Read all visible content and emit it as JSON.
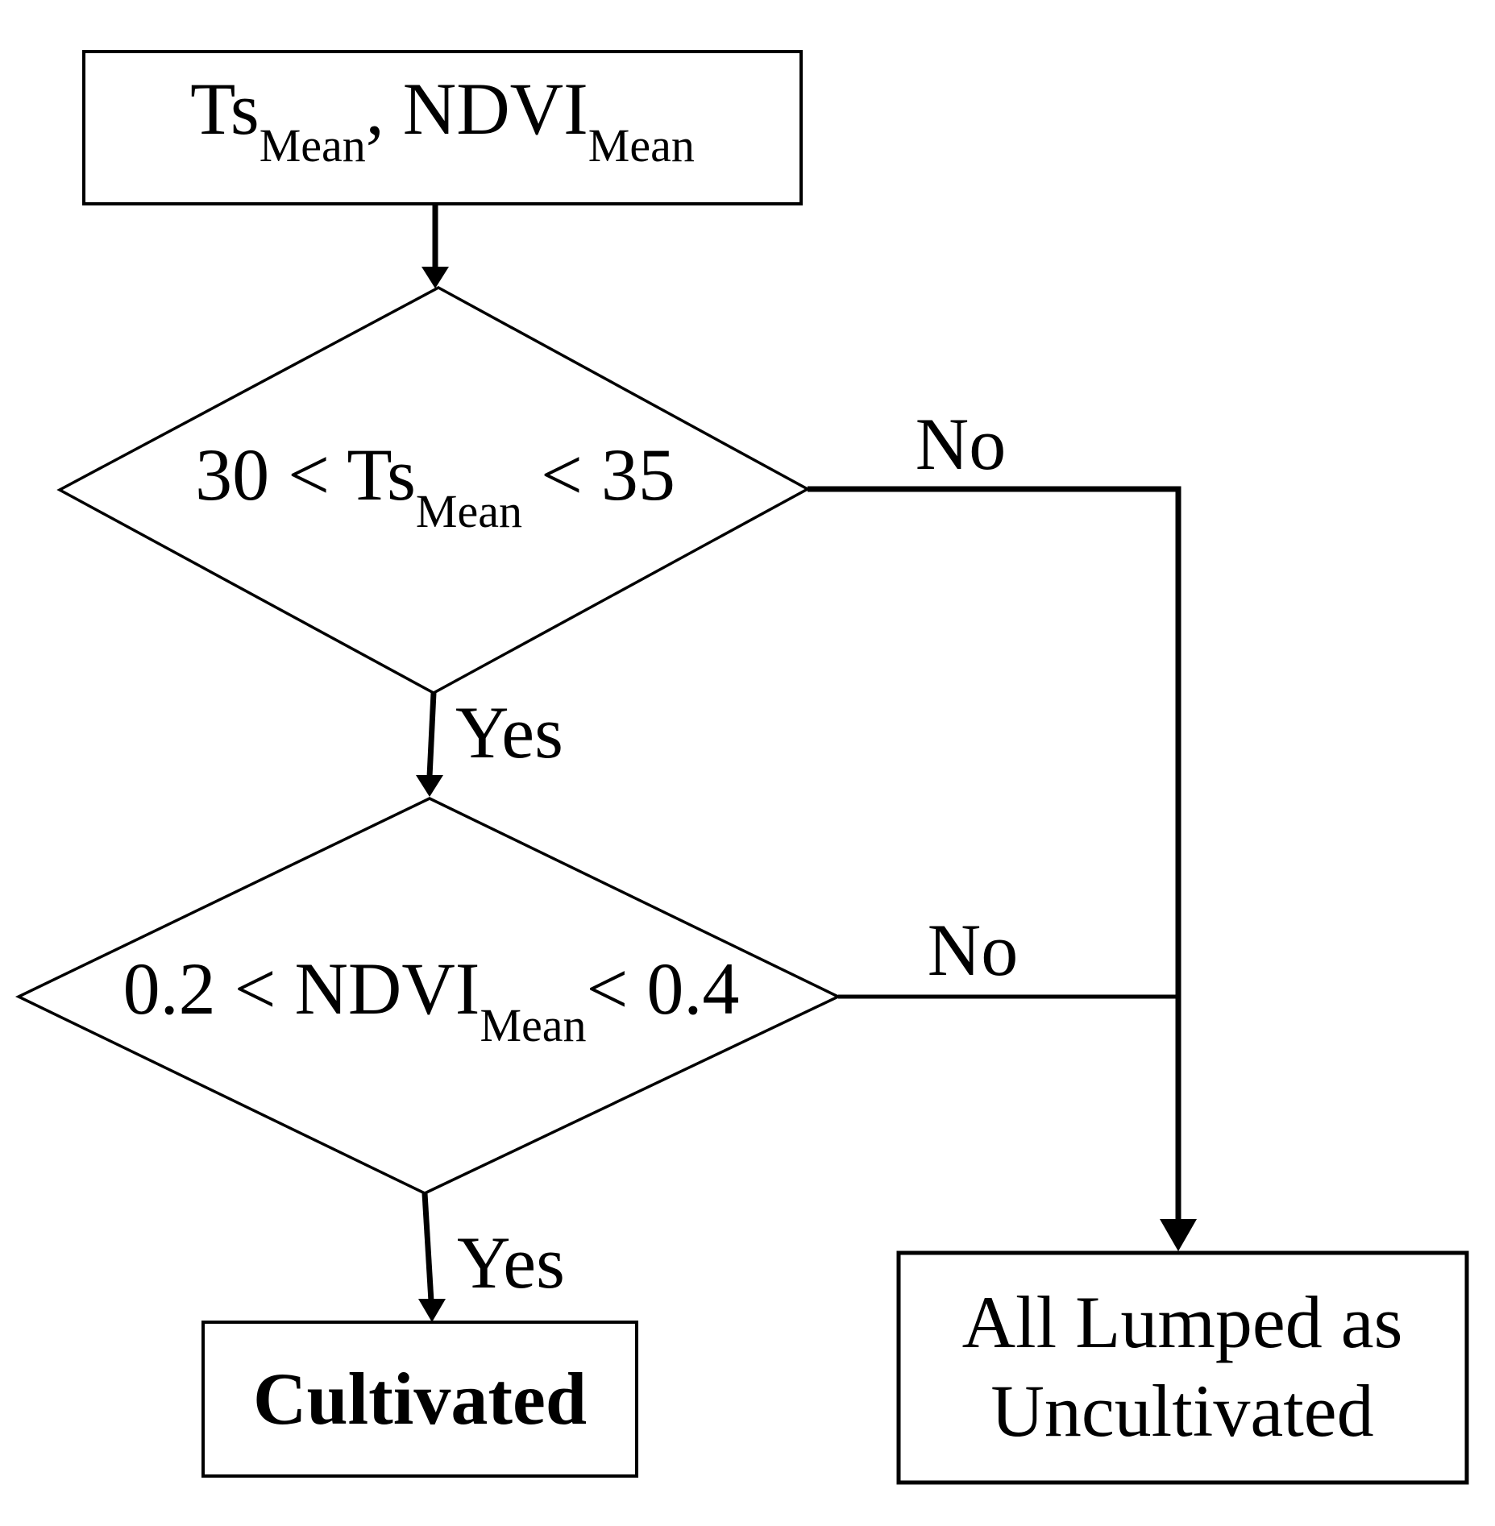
{
  "diagram": {
    "type": "flowchart",
    "colors": {
      "background": "#ffffff",
      "line": "#000000",
      "text": "#000000"
    },
    "nodes": {
      "inputs": {
        "shape": "rectangle",
        "segments": [
          {
            "text": "Ts"
          },
          {
            "text": "Mean",
            "subscript": true
          },
          {
            "text": ", NDVI"
          },
          {
            "text": "Mean",
            "subscript": true
          }
        ]
      },
      "decision_ts": {
        "shape": "diamond",
        "segments": [
          {
            "text": "30 < Ts"
          },
          {
            "text": "Mean",
            "subscript": true
          },
          {
            "text": " < 35"
          }
        ]
      },
      "decision_ndvi": {
        "shape": "diamond",
        "segments": [
          {
            "text": "0.2 < NDVI"
          },
          {
            "text": "Mean",
            "subscript": true
          },
          {
            "text": "< 0.4"
          }
        ]
      },
      "cultivated": {
        "shape": "rectangle",
        "label": "Cultivated",
        "bold": true
      },
      "uncultivated": {
        "shape": "rectangle",
        "lines": [
          "All Lumped as",
          "Uncultivated"
        ]
      }
    },
    "edges": {
      "ts_yes_label": "Yes",
      "ts_no_label": "No",
      "ndvi_yes_label": "Yes",
      "ndvi_no_label": "No"
    }
  }
}
